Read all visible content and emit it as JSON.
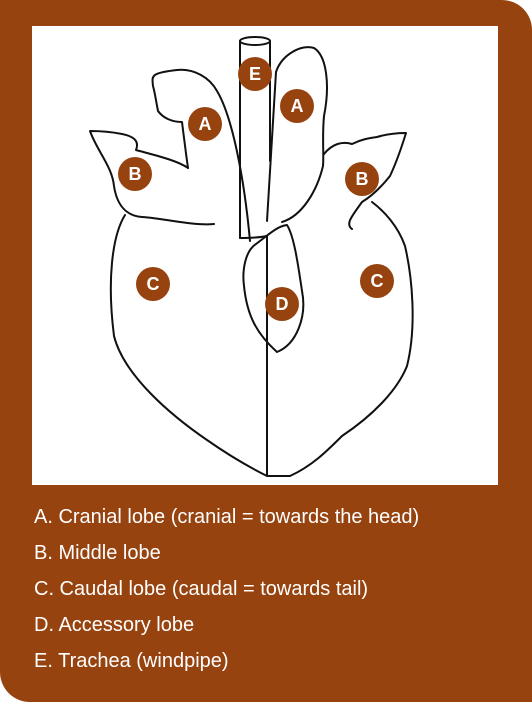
{
  "theme": {
    "frame_color": "#97430f",
    "marker_color": "#97430f",
    "panel_color": "#ffffff",
    "legend_text_color": "#ffffff"
  },
  "diagram": {
    "markers": {
      "trachea": "E",
      "cranial_left": "A",
      "cranial_right": "A",
      "middle_left": "B",
      "middle_right": "B",
      "caudal_left": "C",
      "caudal_right": "C",
      "accessory": "D"
    }
  },
  "legend": [
    "A. Cranial lobe (cranial = towards the head)",
    "B. Middle lobe",
    "C. Caudal lobe (caudal = towards tail)",
    "D. Accessory lobe",
    "E. Trachea (windpipe)"
  ]
}
